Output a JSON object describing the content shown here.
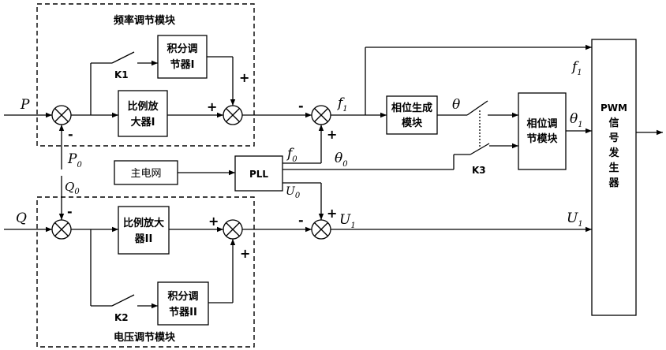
{
  "modules": {
    "frequency": "频率调节模块",
    "voltage": "电压调节模块"
  },
  "blocks": {
    "integrator1": [
      "积分调",
      "节器I"
    ],
    "prop1": [
      "比例放",
      "大器I"
    ],
    "prop2": [
      "比例放大",
      "器II"
    ],
    "integrator2": [
      "积分调",
      "节器II"
    ],
    "phase_gen": [
      "相位生成",
      "模块"
    ],
    "phase_adj": [
      "相位调",
      "节模块"
    ],
    "grid": "主电网",
    "pll": "PLL",
    "pwm": [
      "PWM",
      "信",
      "号",
      "发",
      "生",
      "器"
    ]
  },
  "switches": {
    "k1": "K1",
    "k2": "K2",
    "k3": "K3"
  },
  "signals": {
    "P": "P",
    "P0": {
      "main": "P",
      "sub": "0"
    },
    "Q": "Q",
    "Q0": {
      "main": "Q",
      "sub": "0"
    },
    "f1_mid": {
      "main": "f",
      "sub": "1"
    },
    "f1_top": {
      "main": "f",
      "sub": "1"
    },
    "f0": {
      "main": "f",
      "sub": "0"
    },
    "U0": {
      "main": "U",
      "sub": "0"
    },
    "theta": "θ",
    "theta0": {
      "main": "θ",
      "sub": "0"
    },
    "theta1": {
      "main": "θ",
      "sub": "1"
    },
    "U1_mid": {
      "main": "U",
      "sub": "1"
    },
    "U1_right": {
      "main": "U",
      "sub": "1"
    }
  },
  "signs": {
    "plus": "+",
    "minus": "-"
  }
}
